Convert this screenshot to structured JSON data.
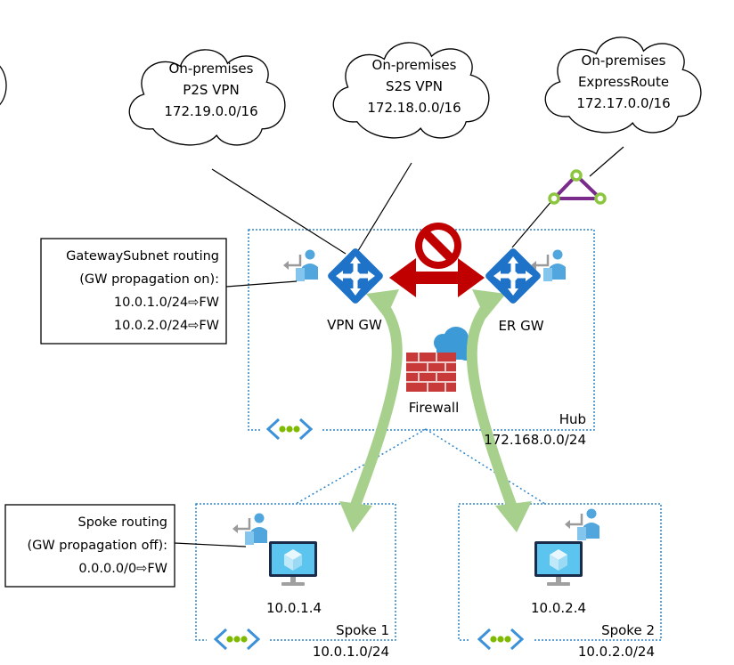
{
  "clouds": {
    "p2s": {
      "line1": "On-premises",
      "line2": "P2S VPN",
      "line3": "172.19.0.0/16"
    },
    "s2s": {
      "line1": "On-premises",
      "line2": "S2S VPN",
      "line3": "172.18.0.0/16"
    },
    "er": {
      "line1": "On-premises",
      "line2": "ExpressRoute",
      "line3": "172.17.0.0/16"
    }
  },
  "hub": {
    "name": "Hub",
    "cidr": "172.168.0.0/24",
    "vpn_gw_label": "VPN GW",
    "er_gw_label": "ER GW",
    "firewall_label": "Firewall"
  },
  "gateway_routing_box": {
    "line1": "GatewaySubnet routing",
    "line2": "(GW propagation on):",
    "line3": "10.0.1.0/24⇨FW",
    "line4": "10.0.2.0/24⇨FW"
  },
  "spoke_routing_box": {
    "line1": "Spoke routing",
    "line2": "(GW propagation off):",
    "line3": "0.0.0.0/0⇨FW"
  },
  "spoke1": {
    "name": "Spoke 1",
    "cidr": "10.0.1.0/24",
    "vm_ip": "10.0.1.4"
  },
  "spoke2": {
    "name": "Spoke 2",
    "cidr": "10.0.2.0/24",
    "vm_ip": "10.0.2.4"
  },
  "colors": {
    "gateway_blue": "#1e73c8",
    "vnet_border": "#2e84c6",
    "flow_arrow_green": "#a8d08d",
    "blocked_red": "#c00000",
    "er_circuit_purple": "#7a2b8c",
    "er_circuit_node_green": "#8cc63f",
    "firewall_red": "#c8393a",
    "vnet_icon_green": "#7fba00"
  },
  "icons": [
    "vpn-gateway-icon",
    "expressroute-gateway-icon",
    "firewall-icon",
    "virtual-machine-icon",
    "route-table-icon",
    "vnet-icon",
    "no-entry-icon",
    "expressroute-circuit-icon",
    "cloud-icon"
  ]
}
